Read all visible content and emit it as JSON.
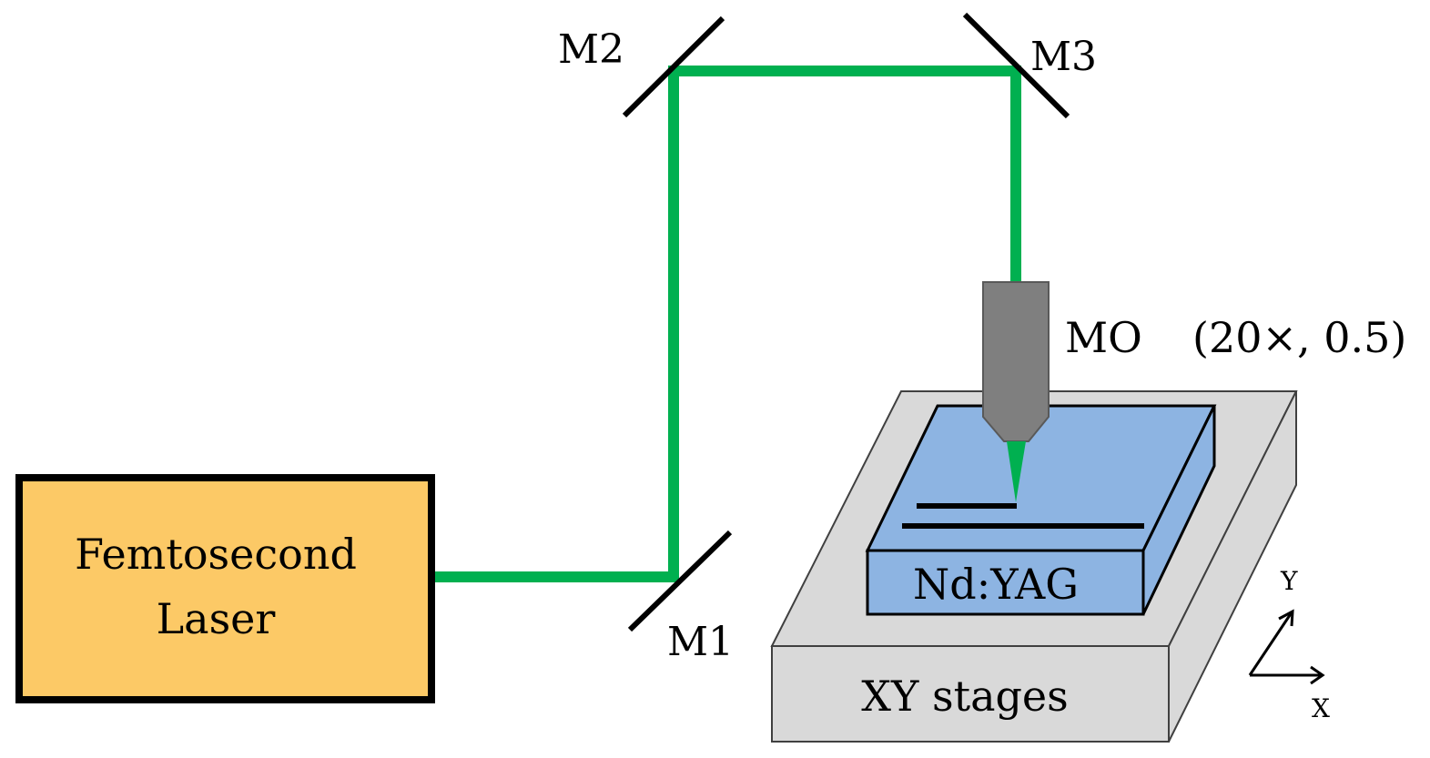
{
  "laser": {
    "label_line1": "Femtosecond",
    "label_line2": "Laser"
  },
  "mirrors": {
    "m1": "M1",
    "m2": "M2",
    "m3": "M3"
  },
  "objective": {
    "label": "MO",
    "spec": "(20×, 0.5)"
  },
  "sample": {
    "label": "Nd:YAG"
  },
  "stage": {
    "label": "XY stages"
  },
  "axes": {
    "x": "X",
    "y": "Y"
  },
  "colors": {
    "beam": "#00b050",
    "laser_fill": "#fcc966",
    "sample_fill": "#8db4e2",
    "stage_fill": "#d9d9d9",
    "objective_fill": "#7f7f7f"
  }
}
